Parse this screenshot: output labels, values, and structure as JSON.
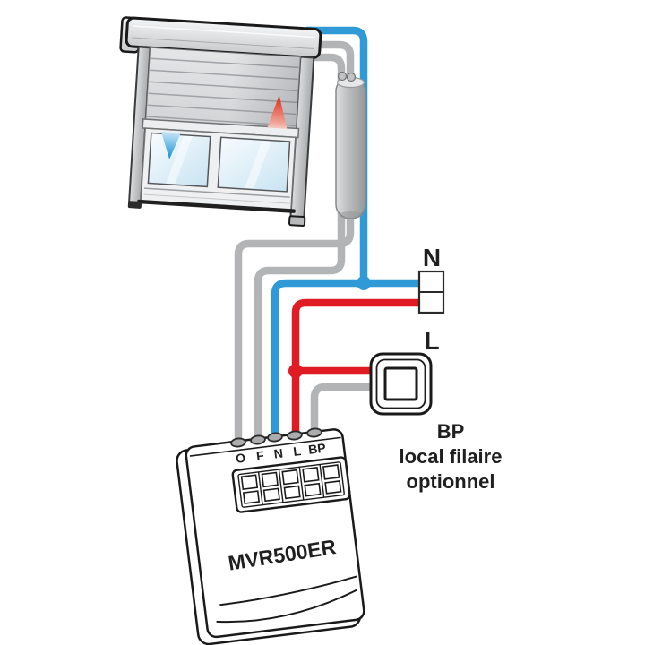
{
  "figure": {
    "type": "wiring-diagram",
    "subject": "roller-shutter-motor-module-connection"
  },
  "labels": {
    "neutral_terminal": "N",
    "line_terminal": "L",
    "push_button": {
      "line1": "BP",
      "line2": "local filaire",
      "line3": "optionnel"
    },
    "module": {
      "name": "MVR500ER",
      "terminals": [
        "O",
        "F",
        "N",
        "L",
        "BP"
      ]
    }
  },
  "colors": {
    "neutral_wire_blue": "#2f9ad5",
    "line_wire_red": "#e01b23",
    "motor_wire_gray": "#b2b4b6",
    "up_arrow_red": "#dd2413",
    "down_arrow_blue": "#2199d8"
  }
}
